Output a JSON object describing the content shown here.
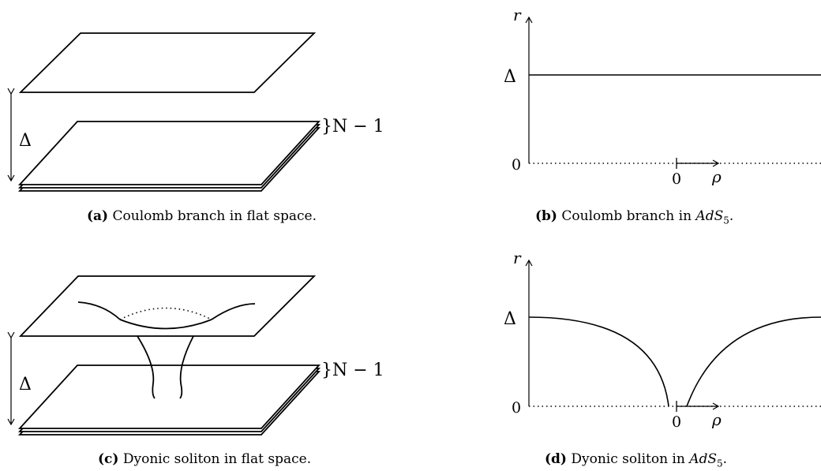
{
  "panels": {
    "a": {
      "tag": "(a)",
      "caption": "Coulomb branch in flat space.",
      "delta": "Δ",
      "stack_label": "}N − 1"
    },
    "b": {
      "tag": "(b)",
      "caption_prefix": "Coulomb branch in ",
      "caption_space": "AdS",
      "caption_sub": "5",
      "caption_end": ".",
      "r_axis": "r",
      "delta": "Δ",
      "zero_left": "0",
      "zero_center": "0",
      "rho": "ρ"
    },
    "c": {
      "tag": "(c)",
      "caption": "Dyonic soliton in flat space.",
      "delta": "Δ",
      "stack_label": "}N − 1"
    },
    "d": {
      "tag": "(d)",
      "caption_prefix": "Dyonic soliton in ",
      "caption_space": "AdS",
      "caption_sub": "5",
      "caption_end": ".",
      "r_axis": "r",
      "delta": "Δ",
      "zero_left": "0",
      "zero_center": "0",
      "rho": "ρ"
    }
  }
}
